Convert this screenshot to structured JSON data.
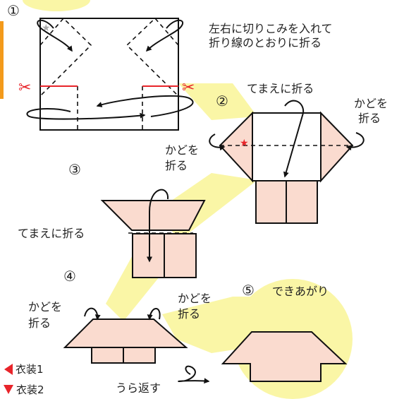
{
  "colors": {
    "paper": "#fadbcf",
    "highlight": "#faf6a6",
    "accent": "#e8242a",
    "star_gray": "#aaaaaa",
    "line": "#111111",
    "orange_bar": "#f39a1b"
  },
  "steps": {
    "s1": {
      "number": "①",
      "instruction_line1": "左右に切りこみを入れて",
      "instruction_line2": "折り線のとおりに折る"
    },
    "s2": {
      "number": "②",
      "fold_front": "てまえに折る",
      "corner_right_1": "かどを",
      "corner_right_2": "折る",
      "corner_left_1": "かどを",
      "corner_left_2": "折る"
    },
    "s3": {
      "number": "③",
      "fold_front": "てまえに折る"
    },
    "s4": {
      "number": "④",
      "corner_left_1": "かどを",
      "corner_left_2": "折る",
      "corner_right_1": "かどを",
      "corner_right_2": "折る",
      "flip": "うら返す"
    },
    "s5": {
      "number": "⑤",
      "label": "できあがり"
    }
  },
  "icons": {
    "star": "star-icon",
    "scissors": "scissors-icon"
  },
  "nav": {
    "item1": "衣装1",
    "item2": "衣装2"
  }
}
